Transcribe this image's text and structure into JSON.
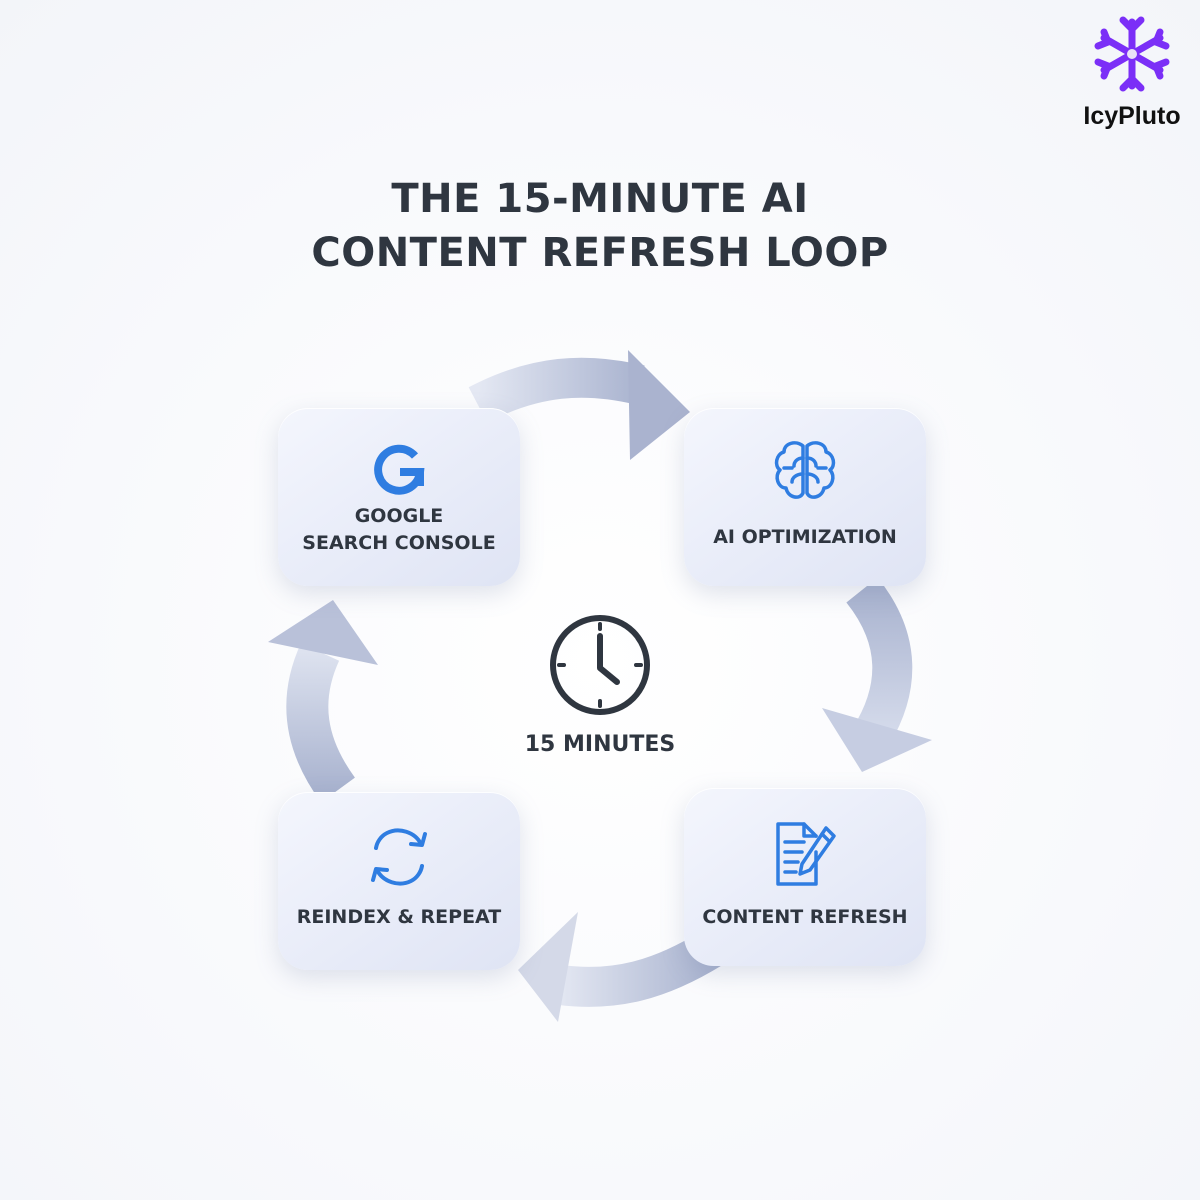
{
  "brand": {
    "name": "IcyPluto",
    "logo_icon": "snowflake-logo-icon",
    "logo_color": "#7b2ff7"
  },
  "title": {
    "line1": "THE 15-MINUTE AI",
    "line2": "CONTENT REFRESH LOOP"
  },
  "steps": [
    {
      "label": "GOOGLE\nSEARCH CONSOLE",
      "icon": "google-g-icon"
    },
    {
      "label": "AI OPTIMIZATION",
      "icon": "brain-icon"
    },
    {
      "label": "CONTENT REFRESH",
      "icon": "document-pen-icon"
    },
    {
      "label": "REINDEX & REPEAT",
      "icon": "refresh-arrows-icon"
    }
  ],
  "center": {
    "label": "15 MINUTES",
    "icon": "clock-icon"
  },
  "colors": {
    "icon_blue": "#2f7de1",
    "text": "#2f3640",
    "arrow": "#b7c0d8"
  }
}
